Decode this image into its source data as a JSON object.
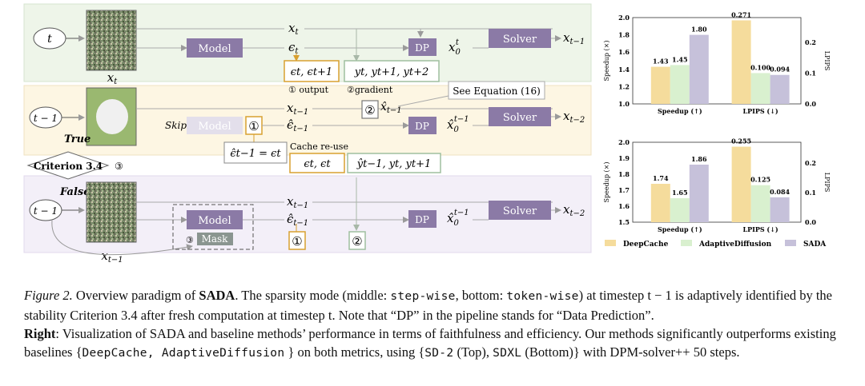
{
  "diagram": {
    "row1": {
      "t_label": "t",
      "img_label": "x_t",
      "model": "Model",
      "x_var": "x",
      "x_sub": "t",
      "eps_var": "ϵ",
      "eps_sub": "t",
      "dp": "DP",
      "x0": "x",
      "x0_sub": "0",
      "x0_sup": "t",
      "solver": "Solver",
      "out": "x",
      "out_sub": "t−1"
    },
    "cache1": {
      "a": "ϵt, ϵt+1",
      "a_note": "① output",
      "b": "yt, yt+1, yt+2",
      "b_note": "②gradient"
    },
    "row2": {
      "t_label": "t − 1",
      "true_label": "True",
      "skip": "Skip",
      "model": "Model",
      "circ1": "①",
      "x_var": "x",
      "x_sub": "t−1",
      "eps_var": "ϵ̂",
      "eps_sub": "t−1",
      "circ2": "②",
      "xhat": "x̂",
      "xhat_sub": "t−1",
      "see_eq": "See Equation (16)",
      "dp": "DP",
      "x0": "x̂",
      "x0_sub": "0",
      "x0_sup": "t−1",
      "solver": "Solver",
      "out": "x",
      "out_sub": "t−2",
      "eq": "ϵ̂t−1 = ϵt",
      "cache_reuse": "Cache re-use",
      "cache_a": "ϵt, ϵt",
      "cache_b": "ŷt−1, yt, yt+1"
    },
    "criterion": {
      "label": "Criterion 3.4",
      "num": "③"
    },
    "row3": {
      "t_label": "t − 1",
      "false_label": "False",
      "img_label": "x_t−1",
      "model": "Model",
      "mask": "Mask",
      "mask_num": "③",
      "x_var": "x",
      "x_sub": "t−1",
      "eps_var": "ϵ̂",
      "eps_sub": "t−1",
      "dp": "DP",
      "x0": "x̂",
      "x0_sub": "0",
      "x0_sup": "t−1",
      "solver": "Solver",
      "out": "x",
      "out_sub": "t−2",
      "circ1": "①",
      "circ2": "②"
    }
  },
  "colors": {
    "deepcache": "#f5dc9c",
    "adaptive": "#d9f0cf",
    "sada": "#c6c1da",
    "model": "#8b7aa6",
    "row1_bg": "#eef5e9",
    "row2_bg": "#fdf6e3",
    "row3_bg": "#f3eff8"
  },
  "chart_data": [
    {
      "type": "bar",
      "categories": [
        "Speedup (↑)",
        "LPIPS (↓)"
      ],
      "series": [
        {
          "name": "DeepCache",
          "values": [
            1.43,
            0.271
          ]
        },
        {
          "name": "AdaptiveDiffusion",
          "values": [
            1.45,
            0.1
          ]
        },
        {
          "name": "SADA",
          "values": [
            1.8,
            0.094
          ]
        }
      ],
      "ylabel_left": "Speedup (×)",
      "ylim_left": [
        1.0,
        2.0
      ],
      "yticks_left": [
        "1.0",
        "1.2",
        "1.4",
        "1.6",
        "1.8",
        "2.0"
      ],
      "ylabel_right": "LPIPS",
      "ylim_right": [
        0.0,
        0.28
      ],
      "yticks_right": [
        "0.0",
        "0.1",
        "0.2"
      ],
      "labels": [
        "1.43",
        "1.45",
        "1.80",
        "0.271",
        "0.100",
        "0.094"
      ]
    },
    {
      "type": "bar",
      "categories": [
        "Speedup (↑)",
        "LPIPS (↓)"
      ],
      "series": [
        {
          "name": "DeepCache",
          "values": [
            1.74,
            0.255
          ]
        },
        {
          "name": "AdaptiveDiffusion",
          "values": [
            1.65,
            0.125
          ]
        },
        {
          "name": "SADA",
          "values": [
            1.86,
            0.084
          ]
        }
      ],
      "ylabel_left": "Speedup (×)",
      "ylim_left": [
        1.5,
        2.0
      ],
      "yticks_left": [
        "1.5",
        "1.6",
        "1.7",
        "1.8",
        "1.9",
        "2.0"
      ],
      "ylabel_right": "LPIPS",
      "ylim_right": [
        0.0,
        0.27
      ],
      "yticks_right": [
        "0.0",
        "0.1",
        "0.2"
      ],
      "labels": [
        "1.74",
        "1.65",
        "1.86",
        "0.255",
        "0.125",
        "0.084"
      ]
    }
  ],
  "legend": {
    "items": [
      "DeepCache",
      "AdaptiveDiffusion",
      "SADA"
    ]
  },
  "caption": {
    "fig": "Figure 2.",
    "p1": " Overview paradigm of ",
    "sada": "SADA",
    "p2": ". The sparsity mode (middle: ",
    "step": "step-wise",
    "p3": ", bottom: ",
    "token": "token-wise",
    "p4": ") at timestep t − 1 is adaptively identified by the stability Criterion 3.4 after fresh computation at timestep t. Note that “DP” in the pipeline stands for “Data Prediction”.",
    "right": "Right",
    "p5": ": Visualization of SADA and baseline methods’ performance in terms of faithfulness and efficiency. Our methods significantly outperforms existing baselines {",
    "m1": "DeepCache, AdaptiveDiffusion",
    "p6": " } on both metrics, using {",
    "m2": "SD-2",
    "p7": " (Top), ",
    "m3": "SDXL",
    "p8": " (Bottom)} with DPM-solver++ 50 steps."
  }
}
